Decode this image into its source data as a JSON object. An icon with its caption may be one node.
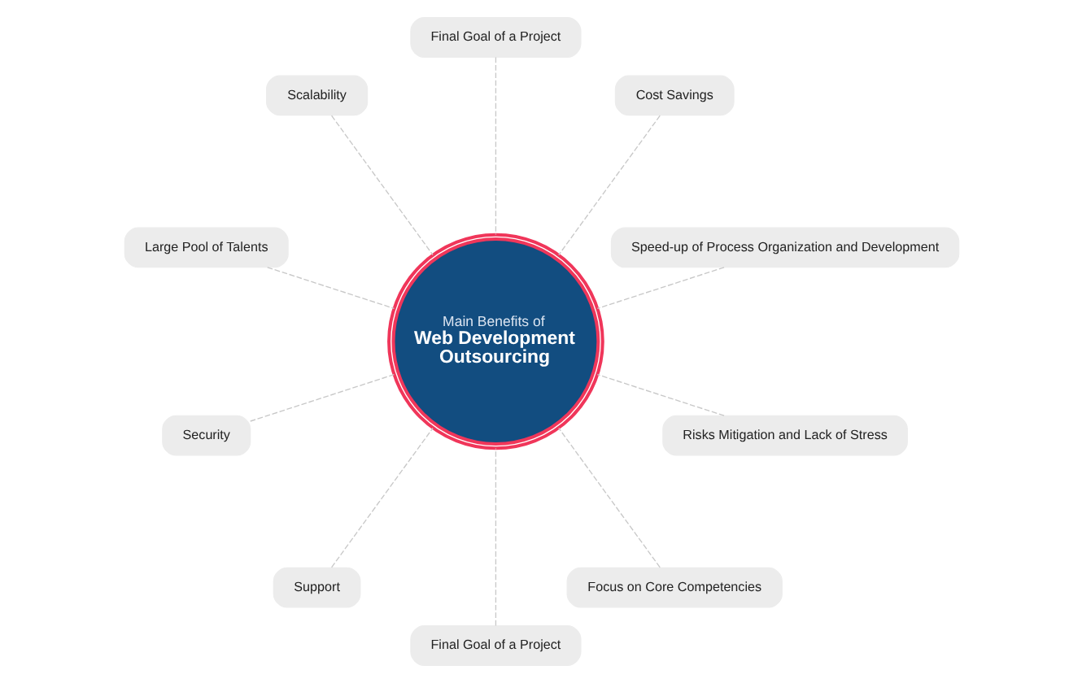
{
  "diagram": {
    "nodes": [
      {
        "text": [
          "Main Benefits of",
          "Web Development Outsourcing"
        ]
      },
      {
        "text": [
          "Speed-up of Process Organization and Development"
        ]
      },
      {
        "text": [
          "Cost Savings"
        ]
      },
      {
        "text": [
          "Final Goal of a Project"
        ]
      },
      {
        "text": [
          "Scalability"
        ]
      },
      {
        "text": [
          "Large Pool of Talents"
        ]
      },
      {
        "text": [
          "Security"
        ]
      },
      {
        "text": [
          "Support"
        ]
      },
      {
        "text": [
          "Final Goal of a Project"
        ]
      },
      {
        "text": [
          "Focus on Core Competencies"
        ]
      },
      {
        "text": [
          "Risks Mitigation and Lack of Stress"
        ]
      }
    ],
    "edges": [
      {
        "from": 1,
        "to": 0,
        "arrow": "none",
        "style": "dashed"
      },
      {
        "from": 2,
        "to": 0,
        "arrow": "none",
        "style": "dashed"
      },
      {
        "from": 3,
        "to": 0,
        "arrow": "none",
        "style": "dashed"
      },
      {
        "from": 4,
        "to": 0,
        "arrow": "none",
        "style": "dashed"
      },
      {
        "from": 5,
        "to": 0,
        "arrow": "none",
        "style": "dashed"
      },
      {
        "from": 6,
        "to": 0,
        "arrow": "none",
        "style": "dashed"
      },
      {
        "from": 7,
        "to": 0,
        "arrow": "none",
        "style": "dashed"
      },
      {
        "from": 8,
        "to": 0,
        "arrow": "none",
        "style": "dashed"
      },
      {
        "from": 9,
        "to": 0,
        "arrow": "none",
        "style": "dashed"
      },
      {
        "from": 10,
        "to": 0,
        "arrow": "none",
        "style": "dashed"
      }
    ]
  }
}
